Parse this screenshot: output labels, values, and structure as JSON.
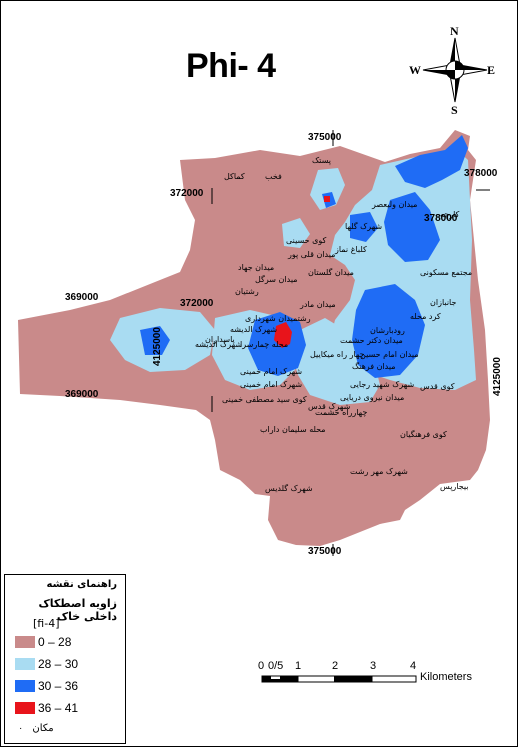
{
  "title": "Phi- 4",
  "compass": {
    "n": "N",
    "s": "S",
    "e": "E",
    "w": "W"
  },
  "colors": {
    "c1": "#c98a8a",
    "c2": "#a9dcf2",
    "c3": "#1f6cf5",
    "c4": "#e8141b"
  },
  "legend": {
    "heading": "راهنمای نقشه",
    "subtitle": "زاویه اصطکاک داخلی خاک",
    "field": "[fi-4]",
    "classes": [
      {
        "label": "0 – 28"
      },
      {
        "label": "28 – 30"
      },
      {
        "label": "30 – 36"
      },
      {
        "label": "36 – 41"
      }
    ],
    "place_label": "مکان"
  },
  "scale": {
    "labels": [
      "0",
      "0/5",
      "1",
      "2",
      "3",
      "4"
    ],
    "unit": "Kilometers"
  },
  "coords": {
    "top": "375000",
    "bottom": "375000",
    "left1": "372000",
    "left2": "369000",
    "left3": "369000",
    "left4": "372000",
    "right1": "378000",
    "right2": "378000",
    "rot_left": "4125000",
    "rot_right": "4125000"
  },
  "places": [
    "پستک",
    "فخب",
    "کماکل",
    "میدان ولیعصر",
    "کارچه",
    "شهرک گلها",
    "کوی حسینی",
    "کلباغ نماز",
    "میدان قلی پور",
    "میدان جهاد",
    "میدان سرگل",
    "میدان گلستان",
    "مجتمع مسکونی",
    "رشتیان",
    "میدان مادر",
    "جانبازان",
    "رشتمیدان شهرداری",
    "کرد محله",
    "شهرک الدیشه",
    "پاسداران",
    "شهرک الدیشه",
    "رودبارشان",
    "محله چمارسرا",
    "میدان دکتر حشمت",
    "میدان امام حسین",
    "شهرک امام خمینی",
    "چهار راه میکاییل",
    "شهرک امام خمینی",
    "میدان فرهنگ",
    "کوی سید مصطفی خمینی",
    "کوی قدس",
    "شهرک شهید رجایی",
    "میدان نیروی دریایی",
    "چهارراه حشمت",
    "شهرک قدس",
    "محله سلیمان داراب",
    "کوی فرهنگیان",
    "شهرک مهر رشت",
    "شهرک گلدیس",
    "بیجارپس"
  ]
}
